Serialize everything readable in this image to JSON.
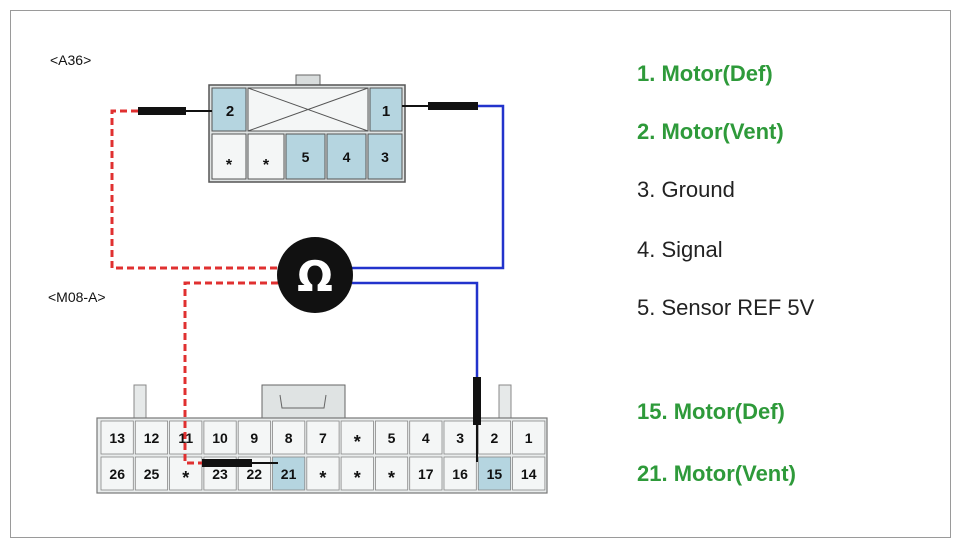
{
  "connectors": {
    "top": {
      "label": "<A36>",
      "pin_2": "2",
      "pin_1": "1",
      "bottom_pins": [
        "*",
        "*",
        "5",
        "4",
        "3"
      ]
    },
    "bottom": {
      "label": "<M08-A>",
      "row1": [
        "13",
        "12",
        "11",
        "10",
        "9",
        "8",
        "7",
        "*",
        "5",
        "4",
        "3",
        "2",
        "1"
      ],
      "row2": [
        "26",
        "25",
        "*",
        "23",
        "22",
        "21",
        "*",
        "*",
        "*",
        "17",
        "16",
        "15",
        "14"
      ]
    }
  },
  "meter": {
    "symbol": "Ω"
  },
  "legend": [
    {
      "text": "1. Motor(Def)",
      "highlight": true
    },
    {
      "text": "2. Motor(Vent)",
      "highlight": true
    },
    {
      "text": "3. Ground",
      "highlight": false
    },
    {
      "text": "4. Signal",
      "highlight": false
    },
    {
      "text": "5. Sensor REF 5V",
      "highlight": false
    },
    {
      "text": "15. Motor(Def)",
      "highlight": true
    },
    {
      "text": "21. Motor(Vent)",
      "highlight": true
    }
  ],
  "colors": {
    "pin_highlight": "#b5d5e0",
    "pin_plain": "#f4f6f6",
    "legend_green": "#2e9a3a",
    "probe_red": "#e03030",
    "probe_blue": "#2233cc"
  }
}
